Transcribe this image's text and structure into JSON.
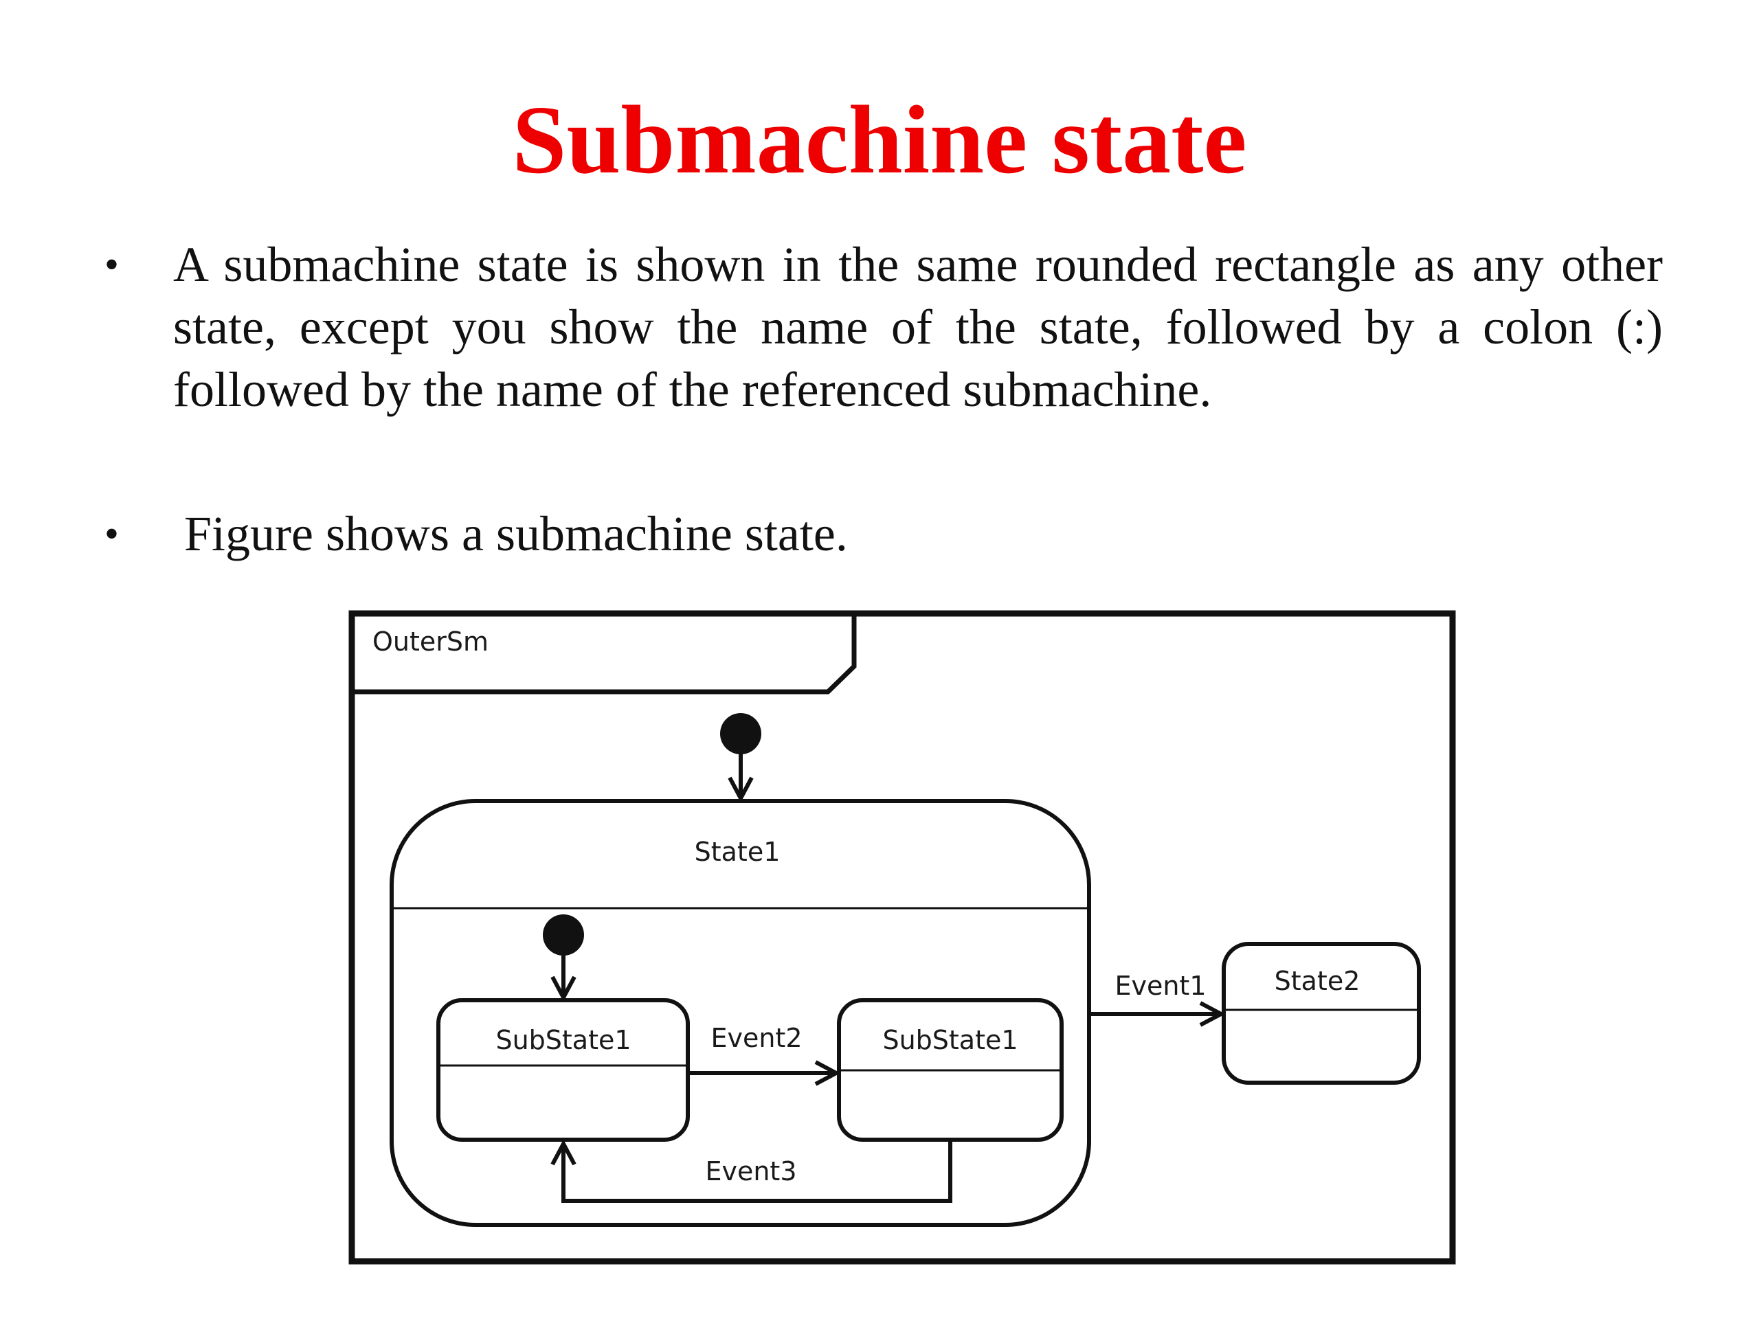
{
  "slide": {
    "title": "Submachine state"
  },
  "bullets": [
    {
      "text": "A submachine state is shown in the same rounded rectangle as any other state, except you show the name of the state, followed by a colon (:) followed by the name of the referenced submachine."
    },
    {
      "text": "Figure shows a submachine state."
    }
  ],
  "diagram": {
    "frame_label": "OuterSm",
    "states": {
      "state1": "State1",
      "state2": "State2",
      "substate1_left": "SubState1",
      "substate1_right": "SubState1"
    },
    "events": {
      "event1": "Event1",
      "event2": "Event2",
      "event3": "Event3"
    }
  }
}
